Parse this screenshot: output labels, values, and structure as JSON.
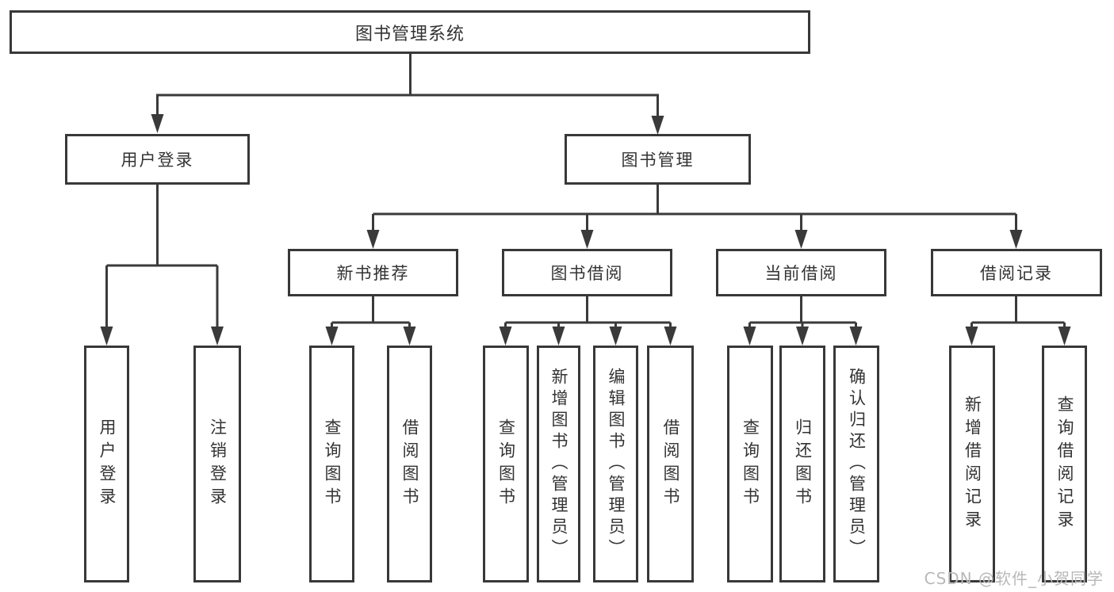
{
  "colors": {
    "line": "#3a3a3a",
    "border": "#383838",
    "text": "#333333",
    "background": "#ffffff",
    "watermark_text": "#b8b8b8"
  },
  "tree": {
    "root": {
      "label": "图书管理系统"
    },
    "level2": [
      {
        "label": "用户登录"
      },
      {
        "label": "图书管理"
      }
    ],
    "level3": [
      {
        "label": "新书推荐",
        "parent": "图书管理"
      },
      {
        "label": "图书借阅",
        "parent": "图书管理"
      },
      {
        "label": "当前借阅",
        "parent": "图书管理"
      },
      {
        "label": "借阅记录",
        "parent": "图书管理"
      }
    ],
    "leaves": [
      {
        "label": "用户登录",
        "parent": "用户登录"
      },
      {
        "label": "注销登录",
        "parent": "用户登录"
      },
      {
        "label": "查询图书",
        "parent": "新书推荐"
      },
      {
        "label": "借阅图书",
        "parent": "新书推荐"
      },
      {
        "label": "查询图书",
        "parent": "图书借阅"
      },
      {
        "label": "新增图书（管理员）",
        "parent": "图书借阅"
      },
      {
        "label": "编辑图书（管理员）",
        "parent": "图书借阅"
      },
      {
        "label": "借阅图书",
        "parent": "图书借阅"
      },
      {
        "label": "查询图书",
        "parent": "当前借阅"
      },
      {
        "label": "归还图书",
        "parent": "当前借阅"
      },
      {
        "label": "确认归还（管理员）",
        "parent": "当前借阅"
      },
      {
        "label": "新增借阅记录",
        "parent": "借阅记录"
      },
      {
        "label": "查询借阅记录",
        "parent": "借阅记录"
      }
    ]
  },
  "watermark": {
    "text": "CSDN @软件_小贺同学"
  }
}
